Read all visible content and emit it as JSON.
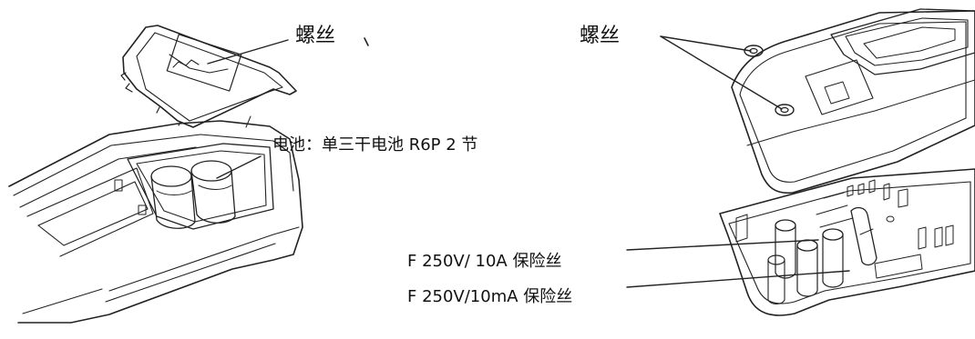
{
  "labels": {
    "screw_left": "螺丝",
    "screw_right": "螺丝",
    "battery": "电池：单三干电池 R6P 2 节",
    "fuse_10a": "F 250V/ 10A 保险丝",
    "fuse_10ma": "F 250V/10mA 保险丝"
  },
  "colors": {
    "line": "#222222",
    "background": "#ffffff"
  }
}
